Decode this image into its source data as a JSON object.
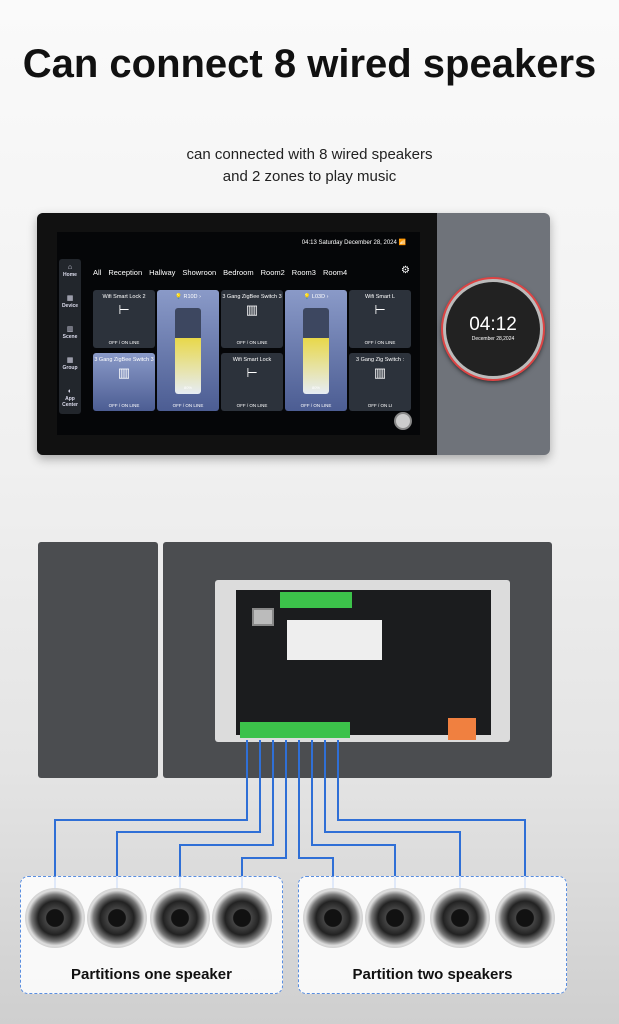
{
  "title": "Can connect 8 wired speakers",
  "subtitle_line1": "can connected with 8 wired speakers",
  "subtitle_line2": "and 2 zones to play music",
  "screen": {
    "datetime": "04:13  Saturday December 28, 2024",
    "sidebar": [
      {
        "label": "Home",
        "icon": "home-icon"
      },
      {
        "label": "Device",
        "icon": "device-icon"
      },
      {
        "label": "Scene",
        "icon": "scene-icon"
      },
      {
        "label": "Group",
        "icon": "group-icon"
      },
      {
        "label": "App Center",
        "icon": "app-center-icon"
      }
    ],
    "tabs": [
      "All",
      "Reception",
      "Hallway",
      "Showroon",
      "Bedroom",
      "Room2",
      "Room3",
      "Room4"
    ],
    "cards": {
      "lock2": {
        "name": "Wifi Smart Lock 2",
        "status": "OFF / ON LINE"
      },
      "r10d": {
        "name": "R10D",
        "status": "OFF / ON LINE",
        "level": "80%"
      },
      "switch3a": {
        "name": "3 Gang ZigBee Switch 3",
        "status": "OFF / ON LINE"
      },
      "l03d": {
        "name": "L03D",
        "status": "OFF / ON LINE",
        "level": "80%"
      },
      "lockL": {
        "name": "Wifi Smart L",
        "status": "OFF / ON LINE"
      },
      "switch3b": {
        "name": "3 Gang ZigBee Switch 3",
        "status": "OFF / ON LINE"
      },
      "lock": {
        "name": "Wifi Smart Lock",
        "status": "OFF / ON LINE"
      },
      "switchZig": {
        "name": "3 Gang Zig Switch :",
        "status": "OFF / ON LI"
      }
    },
    "level_fraction": 0.65
  },
  "knob": {
    "time": "04:12",
    "date": "December 28,2024"
  },
  "zones": {
    "one": "Partitions one speaker",
    "two": "Partition two speakers"
  },
  "colors": {
    "wire": "#2f6fd6",
    "accent_ring": "#dd4444"
  }
}
